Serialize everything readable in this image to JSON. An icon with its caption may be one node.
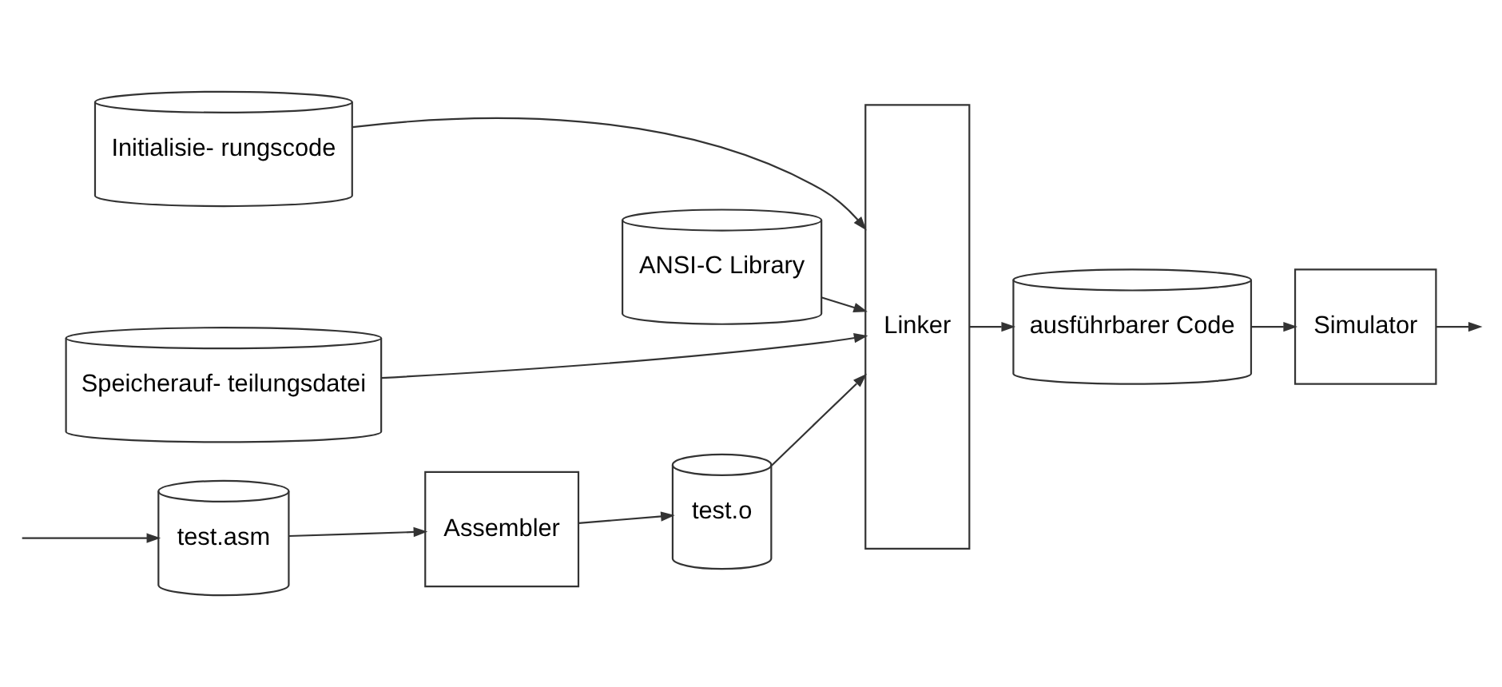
{
  "diagram": {
    "nodes": [
      {
        "text": [
          "test.asm"
        ]
      },
      {
        "text": [
          "Assembler"
        ]
      },
      {
        "text": [
          "test.o"
        ]
      },
      {
        "text": [
          "Linker"
        ]
      },
      {
        "text": [
          "ausführbarer Code"
        ]
      },
      {
        "text": [
          "Simulator"
        ]
      },
      {
        "text": [
          "Initialisie- rungscode"
        ]
      },
      {
        "text": [
          "ANSI-C Library"
        ]
      },
      {
        "text": [
          "Speicherauf- teilungsdatei"
        ]
      }
    ],
    "edges": [
      {
        "from": null,
        "to": 0,
        "arrow": "to"
      },
      {
        "from": 0,
        "to": 1,
        "arrow": "to"
      },
      {
        "from": 1,
        "to": 2,
        "arrow": "to"
      },
      {
        "from": 2,
        "to": 3,
        "arrow": "to"
      },
      {
        "from": 3,
        "to": 4,
        "arrow": "to"
      },
      {
        "from": 4,
        "to": 5,
        "arrow": "to"
      },
      {
        "from": 5,
        "to": null,
        "arrow": "to"
      },
      {
        "from": 6,
        "to": 3,
        "arrow": "to"
      },
      {
        "from": 7,
        "to": 3,
        "arrow": "to"
      },
      {
        "from": 8,
        "to": 3,
        "arrow": "to"
      }
    ]
  }
}
